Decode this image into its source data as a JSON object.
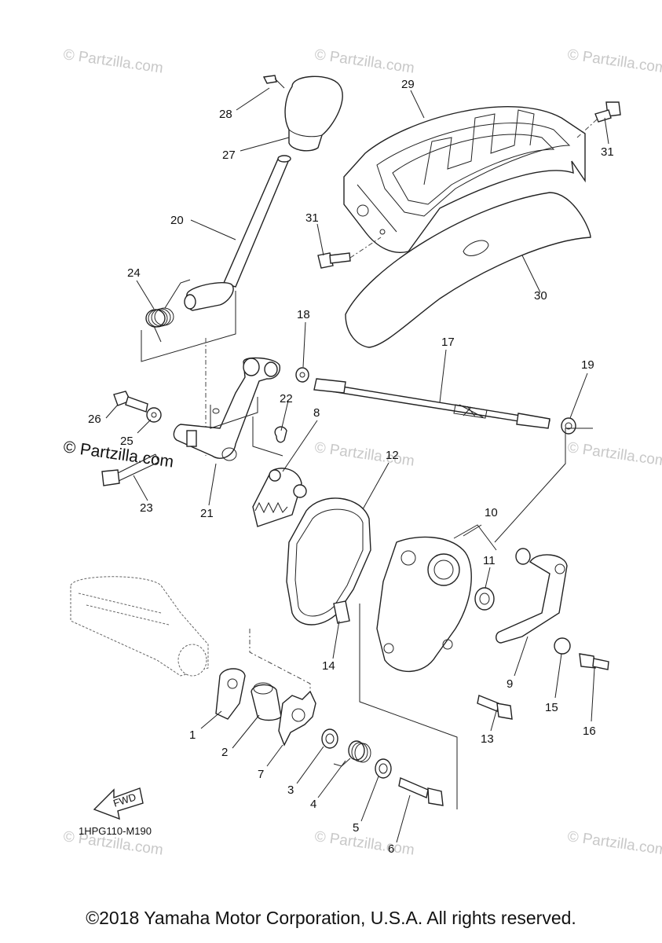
{
  "watermark": "© Partzilla.com",
  "watermark_prominent": "© Partzilla.com",
  "diagram_code": "1HPG110-M190",
  "fwd_label": "FWD",
  "copyright": "©2018 Yamaha Motor Corporation, U.S.A. All rights reserved.",
  "callouts": [
    "1",
    "2",
    "3",
    "4",
    "5",
    "6",
    "7",
    "8",
    "9",
    "10",
    "11",
    "12",
    "13",
    "14",
    "15",
    "16",
    "17",
    "18",
    "19",
    "20",
    "21",
    "22",
    "23",
    "24",
    "25",
    "26",
    "27",
    "28",
    "29",
    "30",
    "31",
    "31"
  ]
}
